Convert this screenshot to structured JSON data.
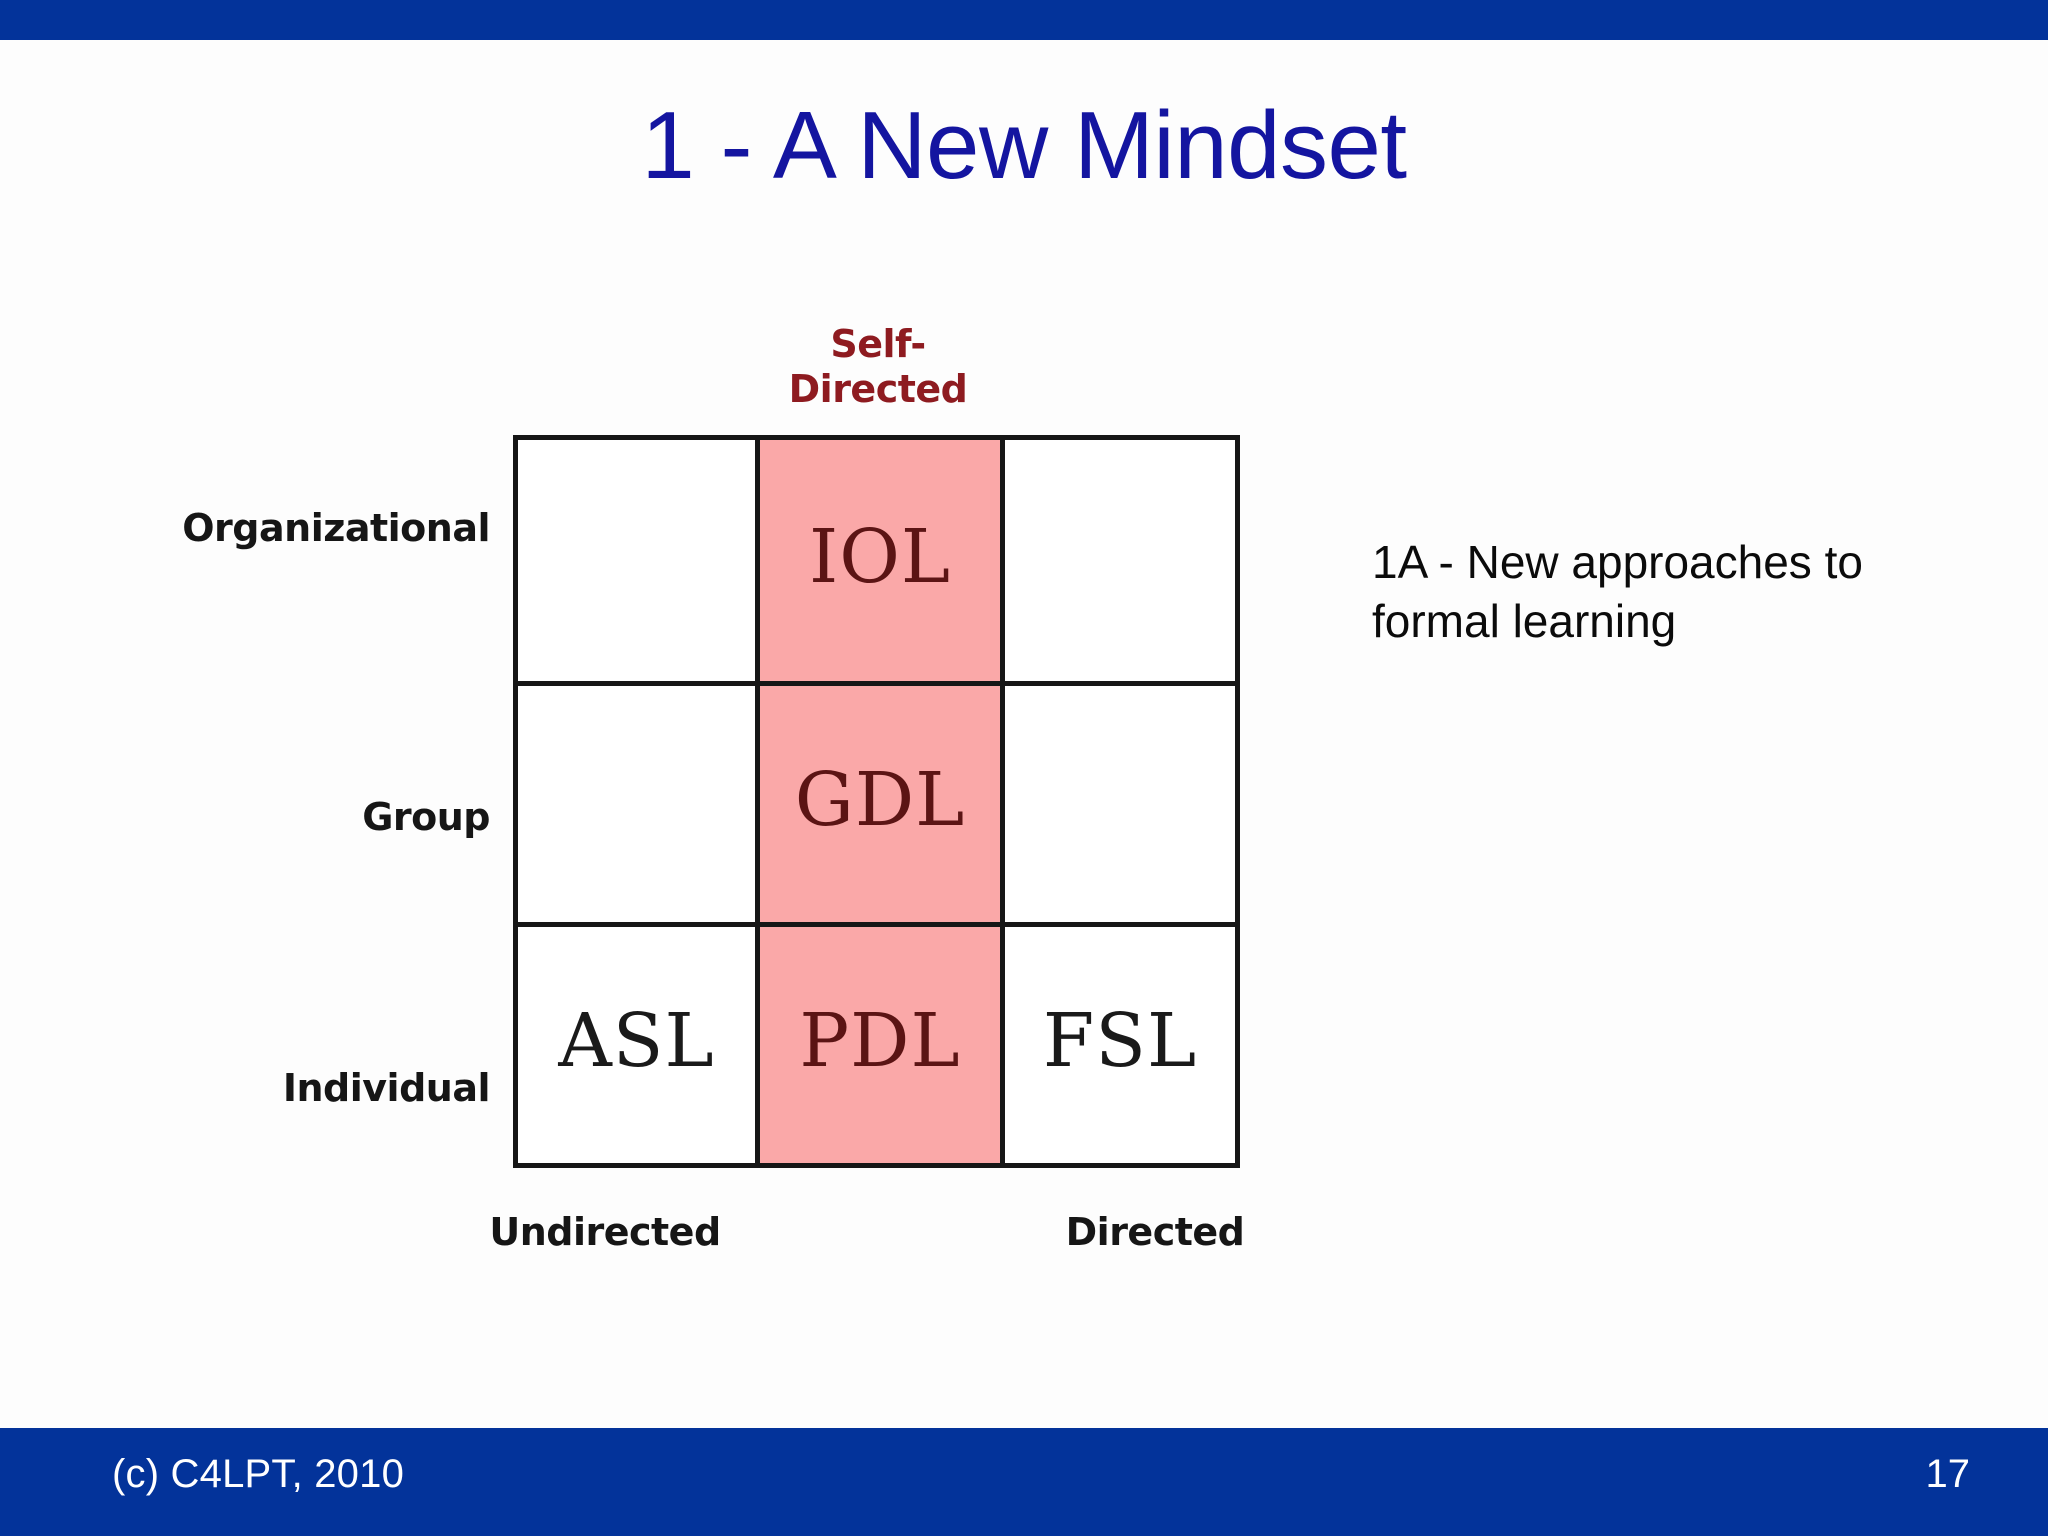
{
  "slide": {
    "title": "1 - A New Mindset",
    "title_color": "#1415a0",
    "bar_color": "#03339a",
    "background": "#fdfdfd"
  },
  "footer": {
    "copyright": "(c) C4LPT, 2010",
    "page_number": "17",
    "text_color": "#ffffff"
  },
  "caption": {
    "text": "1A  - New approaches to formal learning"
  },
  "matrix": {
    "top_axis_label_line1": "Self-",
    "top_axis_label_line2": "Directed",
    "top_axis_color": "#8e1b20",
    "bottom_axis_labels": [
      "Undirected",
      "Directed"
    ],
    "row_labels": [
      "Organizational",
      "Group",
      "Individual"
    ],
    "highlight_color": "#faa8a8",
    "highlight_text_color": "#5b1414",
    "border_color": "#161616",
    "cells": [
      [
        {
          "label": "",
          "highlight": false
        },
        {
          "label": "IOL",
          "highlight": true
        },
        {
          "label": "",
          "highlight": false
        }
      ],
      [
        {
          "label": "",
          "highlight": false
        },
        {
          "label": "GDL",
          "highlight": true
        },
        {
          "label": "",
          "highlight": false
        }
      ],
      [
        {
          "label": "ASL",
          "highlight": false
        },
        {
          "label": "PDL",
          "highlight": true
        },
        {
          "label": "FSL",
          "highlight": false
        }
      ]
    ]
  }
}
